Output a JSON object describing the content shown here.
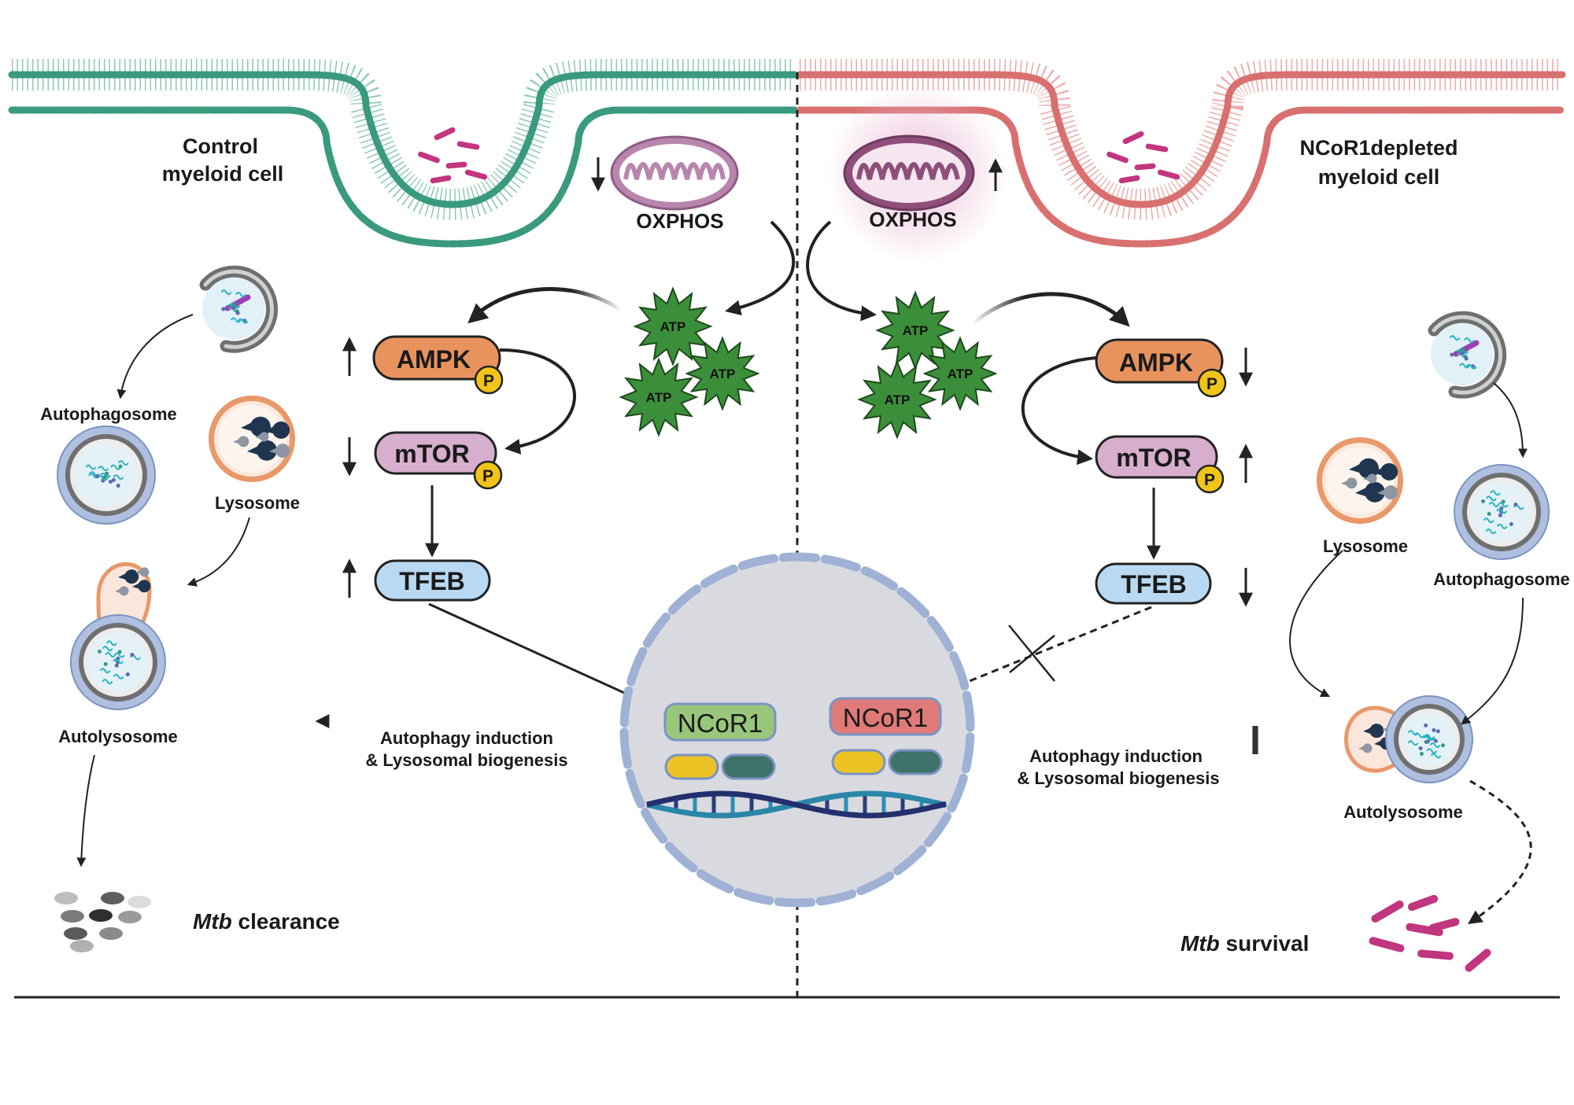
{
  "left": {
    "cell_label": [
      "Control",
      "myeloid cell"
    ],
    "oxphos": "OXPHOS",
    "atp": [
      "ATP",
      "ATP",
      "ATP"
    ],
    "ampk": "AMPK",
    "mtor": "mTOR",
    "tfeb": "TFEB",
    "phospho": "P",
    "autophagosome": "Autophagosome",
    "lysosome": "Lysosome",
    "autolysosome": "Autolysosome",
    "effect": [
      "Autophagy induction",
      "& Lysosomal biogenesis"
    ],
    "outcome_italic": "Mtb",
    "outcome_rest": " clearance"
  },
  "right": {
    "cell_label": [
      "NCoR1depleted",
      "myeloid cell"
    ],
    "oxphos": "OXPHOS",
    "atp": [
      "ATP",
      "ATP",
      "ATP"
    ],
    "ampk": "AMPK",
    "mtor": "mTOR",
    "tfeb": "TFEB",
    "phospho": "P",
    "autophagosome": "Autophagosome",
    "lysosome": "Lysosome",
    "autolysosome": "Autolysosome",
    "effect": [
      "Autophagy induction",
      "& Lysosomal biogenesis"
    ],
    "outcome_italic": "Mtb",
    "outcome_rest": " survival"
  },
  "nucleus": {
    "left_label": "NCoR1",
    "right_label": "NCoR1"
  },
  "colors": {
    "control_membrane": "#3a9a7e",
    "depleted_membrane": "#d97070",
    "ampk": "#e8935e",
    "mtor": "#d7aecd",
    "tfeb": "#b9d9f2",
    "phospho": "#f0c419",
    "atp": "#3c8f3a",
    "bacteria": "#c2357f",
    "ncor1_control": "#98c77c",
    "ncor1_depleted": "#e07a78",
    "mitochondria_outer": "#b886ad",
    "lysosome_ring": "#e9986a",
    "autophagosome_ring": "#9aaed3",
    "nucleus_fill": "#d9dadf"
  }
}
